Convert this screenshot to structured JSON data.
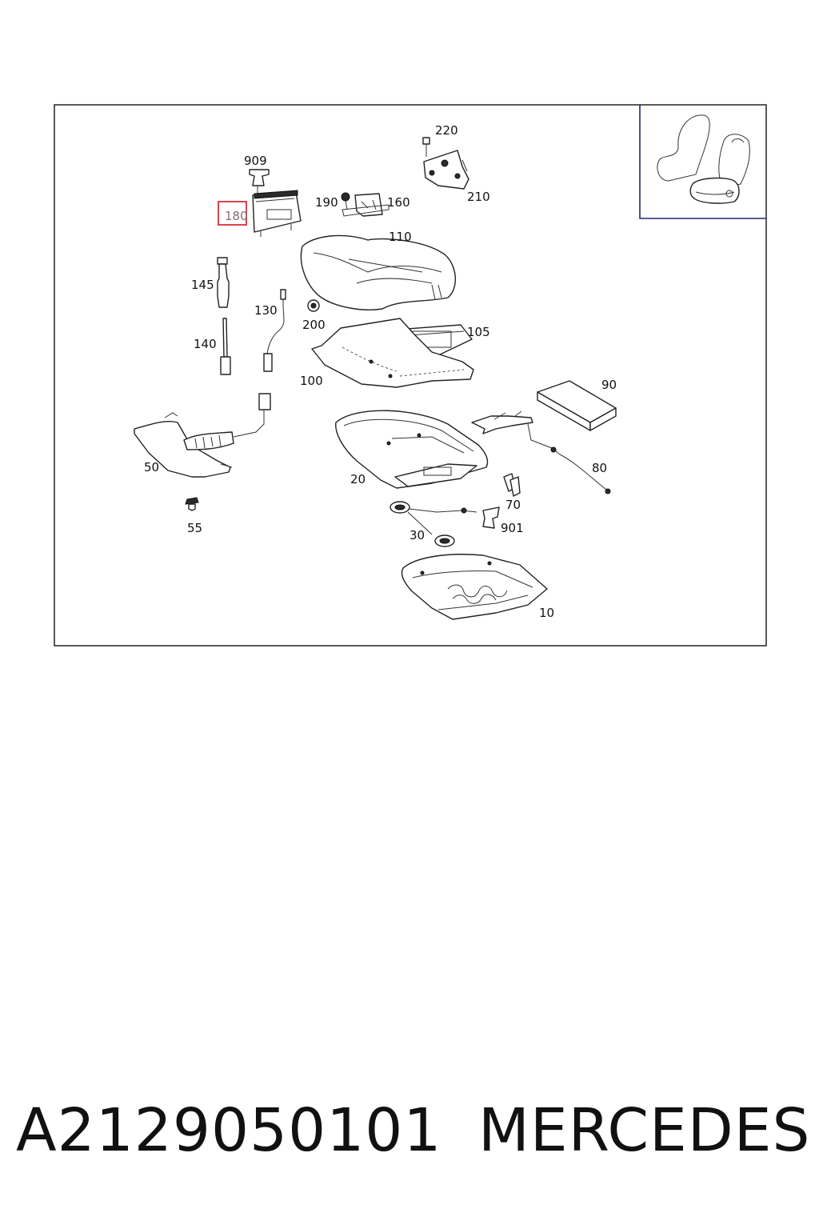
{
  "diagram": {
    "callouts": [
      {
        "id": "909",
        "label": "909"
      },
      {
        "id": "180",
        "label": "180",
        "highlighted": true
      },
      {
        "id": "220",
        "label": "220"
      },
      {
        "id": "190",
        "label": "190"
      },
      {
        "id": "160",
        "label": "160"
      },
      {
        "id": "210",
        "label": "210"
      },
      {
        "id": "110",
        "label": "110"
      },
      {
        "id": "145",
        "label": "145"
      },
      {
        "id": "130",
        "label": "130"
      },
      {
        "id": "200",
        "label": "200"
      },
      {
        "id": "105",
        "label": "105"
      },
      {
        "id": "140",
        "label": "140"
      },
      {
        "id": "100",
        "label": "100"
      },
      {
        "id": "90",
        "label": "90"
      },
      {
        "id": "50",
        "label": "50"
      },
      {
        "id": "80",
        "label": "80"
      },
      {
        "id": "20",
        "label": "20"
      },
      {
        "id": "70",
        "label": "70"
      },
      {
        "id": "55",
        "label": "55"
      },
      {
        "id": "901",
        "label": "901"
      },
      {
        "id": "30",
        "label": "30"
      },
      {
        "id": "10",
        "label": "10"
      }
    ],
    "highlight_color": "#d9303a"
  },
  "footer": {
    "part_number": "A2129050101",
    "brand": "MERCEDES"
  }
}
